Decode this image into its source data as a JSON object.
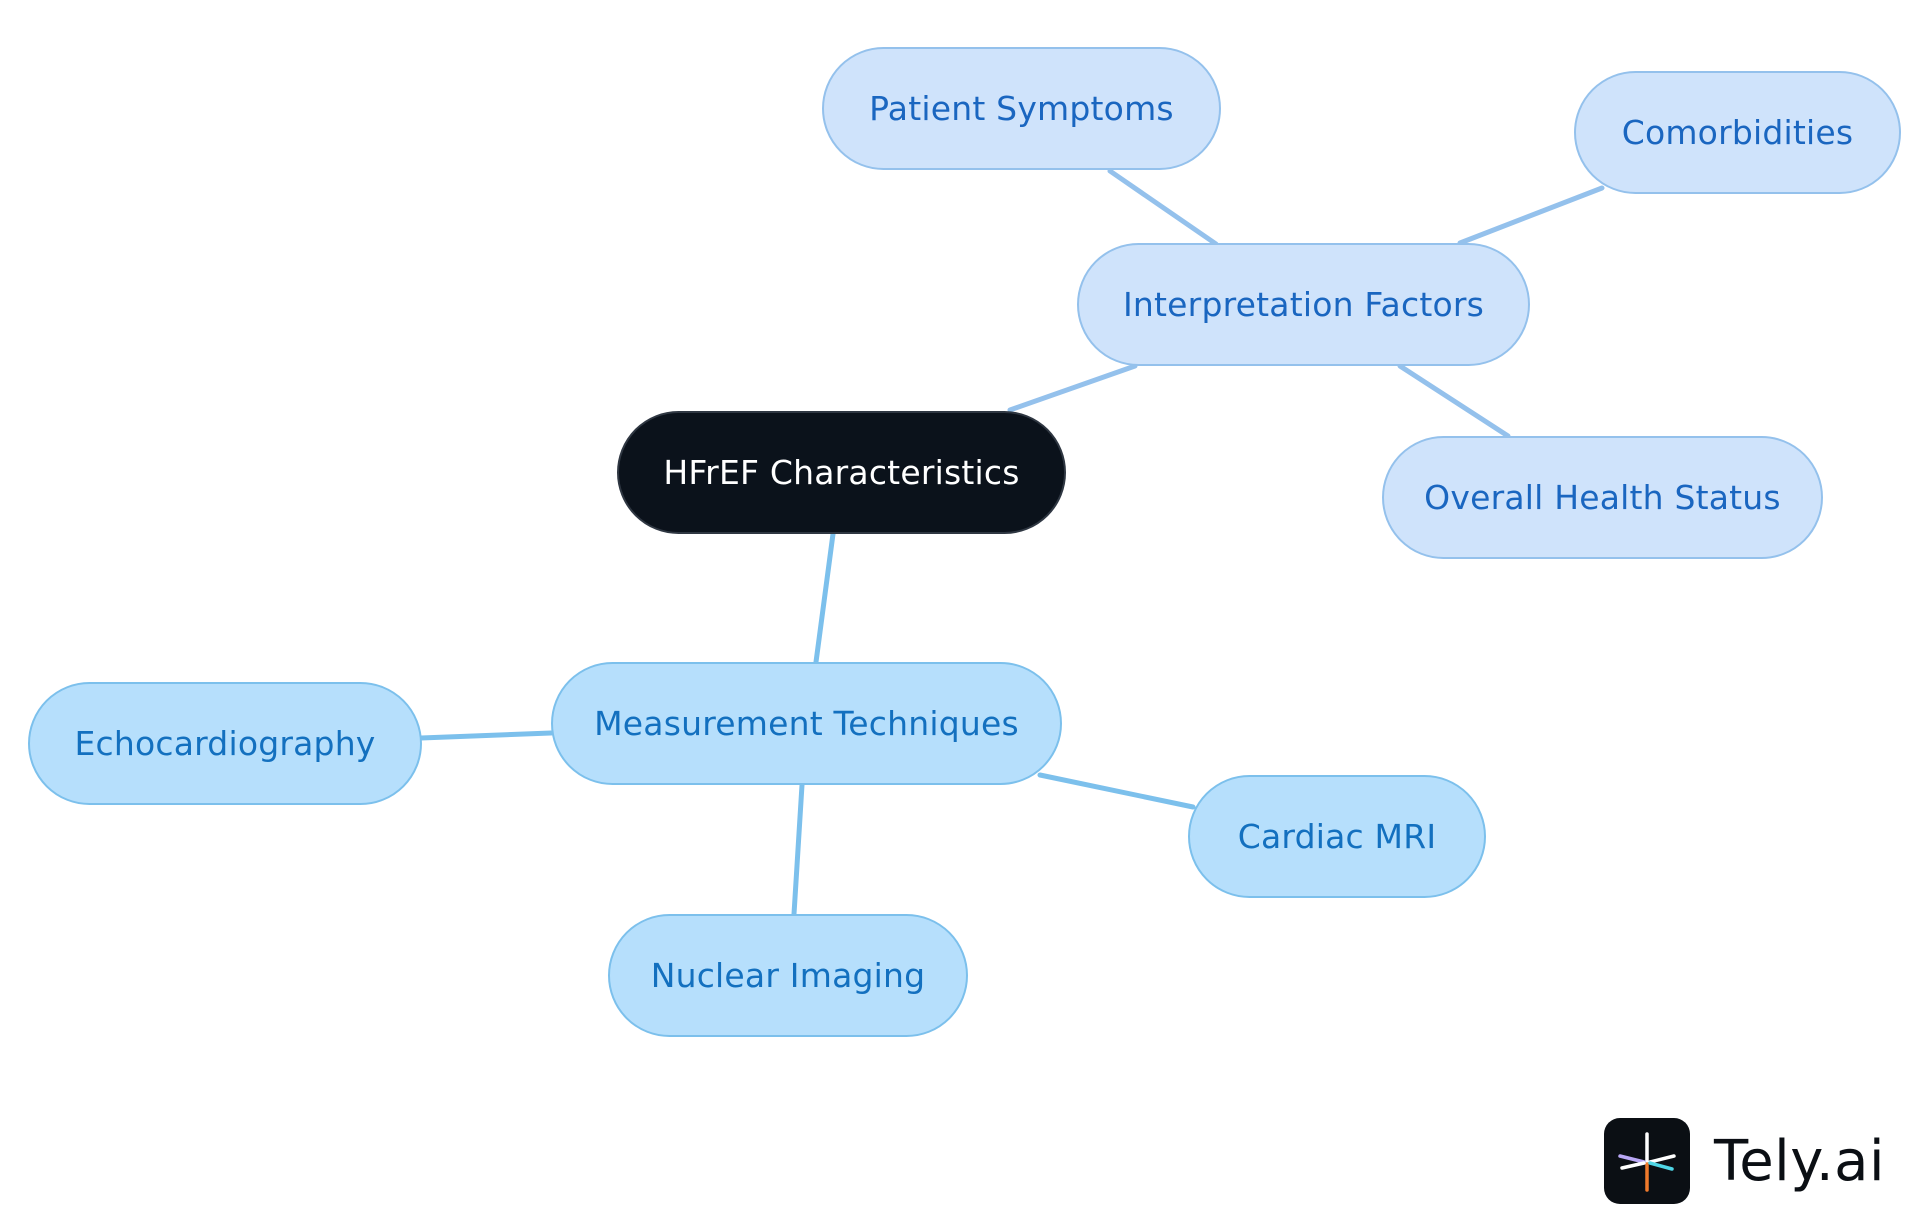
{
  "diagram": {
    "root": {
      "label": "HFrEF Characteristics"
    },
    "branches": [
      {
        "label": "Interpretation Factors",
        "children": [
          {
            "label": "Patient Symptoms"
          },
          {
            "label": "Comorbidities"
          },
          {
            "label": "Overall Health Status"
          }
        ]
      },
      {
        "label": "Measurement Techniques",
        "children": [
          {
            "label": "Echocardiography"
          },
          {
            "label": "Cardiac MRI"
          },
          {
            "label": "Nuclear Imaging"
          }
        ]
      }
    ]
  },
  "colors": {
    "root_fill": "#0b121b",
    "interpretation_fill": "#cfe3fb",
    "interpretation_text": "#1a66c0",
    "measurement_fill": "#b6dffc",
    "measurement_text": "#1370bf",
    "edge_interpretation": "#94c1ec",
    "edge_measurement": "#7cc0ec"
  },
  "logo": {
    "text": "Tely.ai",
    "icon": "tely-logo-icon"
  }
}
